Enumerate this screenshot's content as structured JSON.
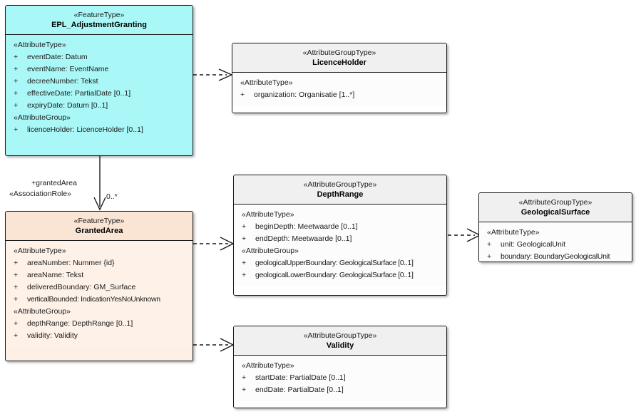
{
  "diagram": {
    "title": "EPL_AdjustmentGranting UML class diagram",
    "background": "#ffffff",
    "colors": {
      "feature_type_fill": "#aaf7f7",
      "granted_area_fill": "#fdf0e6",
      "granted_area_header_fill": "#fae5d5",
      "attribute_group_header_fill": "#f0f0f0",
      "attribute_group_body_fill": "#fcfcfc",
      "border": "#1a1a1a",
      "text": "#1a1a1a"
    }
  },
  "classes": {
    "epl_adjustment_granting": {
      "stereotype": "«FeatureType»",
      "name": "EPL_AdjustmentGranting",
      "sections": [
        {
          "label": "«AttributeType»",
          "attributes": [
            {
              "visibility": "+",
              "text": "eventDate: Datum"
            },
            {
              "visibility": "+",
              "text": "eventName: EventName"
            },
            {
              "visibility": "+",
              "text": "decreeNumber: Tekst"
            },
            {
              "visibility": "+",
              "text": "effectiveDate: PartialDate [0..1]"
            },
            {
              "visibility": "+",
              "text": "expiryDate: Datum [0..1]"
            }
          ]
        },
        {
          "label": "«AttributeGroup»",
          "attributes": [
            {
              "visibility": "+",
              "text": "licenceHolder: LicenceHolder [0..1]"
            }
          ]
        }
      ]
    },
    "licence_holder": {
      "stereotype": "«AttributeGroupType»",
      "name": "LicenceHolder",
      "sections": [
        {
          "label": "«AttributeType»",
          "attributes": [
            {
              "visibility": "+",
              "text": "organization: Organisatie [1..*]"
            }
          ]
        }
      ]
    },
    "granted_area": {
      "stereotype": "«FeatureType»",
      "name": "GrantedArea",
      "sections": [
        {
          "label": "«AttributeType»",
          "attributes": [
            {
              "visibility": "+",
              "text": "areaNumber: Nummer {id}"
            },
            {
              "visibility": "+",
              "text": "areaName: Tekst"
            },
            {
              "visibility": "+",
              "text": "deliveredBoundary: GM_Surface"
            },
            {
              "visibility": "+",
              "text": "verticalBounded: IndicationYesNoUnknown"
            }
          ]
        },
        {
          "label": "«AttributeGroup»",
          "attributes": [
            {
              "visibility": "+",
              "text": "depthRange: DepthRange [0..1]"
            },
            {
              "visibility": "+",
              "text": "validity: Validity"
            }
          ]
        }
      ]
    },
    "depth_range": {
      "stereotype": "«AttributeGroupType»",
      "name": "DepthRange",
      "sections": [
        {
          "label": "«AttributeType»",
          "attributes": [
            {
              "visibility": "+",
              "text": "beginDepth: Meetwaarde [0..1]"
            },
            {
              "visibility": "+",
              "text": "endDepth: Meetwaarde [0..1]"
            }
          ]
        },
        {
          "label": "«AttributeGroup»",
          "attributes": [
            {
              "visibility": "+",
              "text": "geologicalUpperBoundary: GeologicalSurface [0..1]"
            },
            {
              "visibility": "+",
              "text": "geologicalLowerBoundary: GeologicalSurface [0..1]"
            }
          ]
        }
      ]
    },
    "geological_surface": {
      "stereotype": "«AttributeGroupType»",
      "name": "GeologicalSurface",
      "sections": [
        {
          "label": "«AttributeType»",
          "attributes": [
            {
              "visibility": "+",
              "text": "unit: GeologicalUnit"
            },
            {
              "visibility": "+",
              "text": "boundary: BoundaryGeologicalUnit"
            }
          ]
        }
      ]
    },
    "validity": {
      "stereotype": "«AttributeGroupType»",
      "name": "Validity",
      "sections": [
        {
          "label": "«AttributeType»",
          "attributes": [
            {
              "visibility": "+",
              "text": "startDate: PartialDate [0..1]"
            },
            {
              "visibility": "+",
              "text": "endDate: PartialDate [0..1]"
            }
          ]
        }
      ]
    }
  },
  "connectors": {
    "granting_to_licence_holder": {
      "kind": "dependency-dashed-open-arrow"
    },
    "granting_to_granted_area": {
      "kind": "association-solid-open-arrow",
      "role_name": "+grantedArea",
      "role_stereotype": "«AssociationRole»",
      "multiplicity": "0..*"
    },
    "granted_area_to_depth_range": {
      "kind": "dependency-dashed-open-arrow"
    },
    "granted_area_to_validity": {
      "kind": "dependency-dashed-open-arrow"
    },
    "depth_range_to_geological_surface": {
      "kind": "dependency-dashed-open-arrow"
    }
  }
}
